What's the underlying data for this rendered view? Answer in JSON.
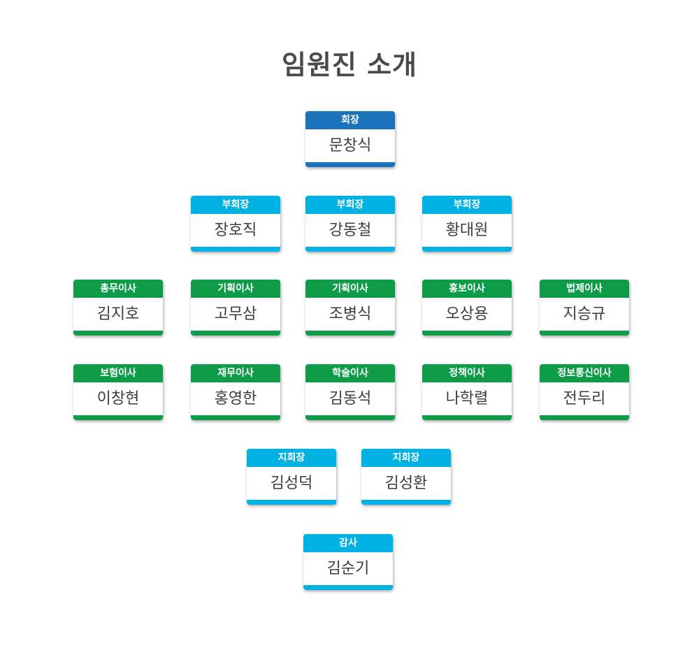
{
  "title": "임원진 소개",
  "colors": {
    "dark_blue": "#1a72bb",
    "light_blue": "#00b2e3",
    "green": "#0e9c49"
  },
  "members": {
    "president": {
      "role": "회장",
      "name": "문창식"
    },
    "vice_president_1": {
      "role": "부회장",
      "name": "장호직"
    },
    "vice_president_2": {
      "role": "부회장",
      "name": "강동철"
    },
    "vice_president_3": {
      "role": "부회장",
      "name": "황대원"
    },
    "director_general": {
      "role": "총무이사",
      "name": "김지호"
    },
    "director_planning_1": {
      "role": "기획이사",
      "name": "고무삼"
    },
    "director_planning_2": {
      "role": "기획이사",
      "name": "조병식"
    },
    "director_pr": {
      "role": "홍보이사",
      "name": "오상용"
    },
    "director_legal": {
      "role": "법제이사",
      "name": "지승규"
    },
    "director_insurance": {
      "role": "보험이사",
      "name": "이창현"
    },
    "director_finance": {
      "role": "재무이사",
      "name": "홍영한"
    },
    "director_academic": {
      "role": "학술이사",
      "name": "김동석"
    },
    "director_policy": {
      "role": "정책이사",
      "name": "나학렬"
    },
    "director_ict": {
      "role": "정보통신이사",
      "name": "전두리"
    },
    "branch_head_1": {
      "role": "지회장",
      "name": "김성덕"
    },
    "branch_head_2": {
      "role": "지회장",
      "name": "김성환"
    },
    "auditor": {
      "role": "감사",
      "name": "김순기"
    }
  }
}
